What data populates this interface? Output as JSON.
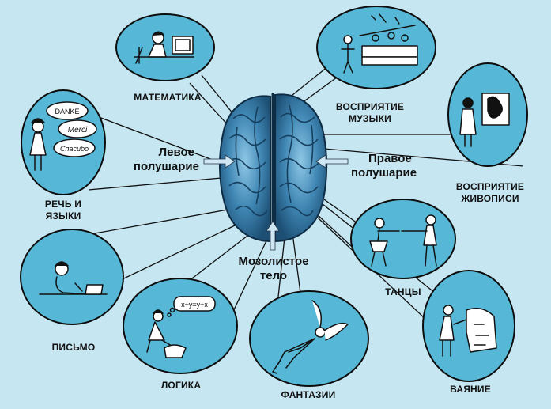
{
  "colors": {
    "background": "#c6e6f1",
    "bubble_fill": "#56b8d6",
    "outline": "#0d0d0d",
    "brain_dark": "#1d4f74",
    "brain_mid": "#3f86b3",
    "brain_light": "#8ec7e6",
    "arrow": "#cfe6f3"
  },
  "labels": {
    "math": "МАТЕМАТИКА",
    "music_1": "ВОСПРИЯТИЕ",
    "music_2": "МУЗЫКИ",
    "painting_1": "ВОСПРИЯТИЕ",
    "painting_2": "ЖИВОПИСИ",
    "speech_1": "РЕЧЬ И",
    "speech_2": "ЯЗЫКИ",
    "writing": "ПИСЬМО",
    "logic": "ЛОГИКА",
    "fantasy": "ФАНТАЗИИ",
    "dance": "ТАНЦЫ",
    "sculpture": "ВАЯНИЕ"
  },
  "brain_labels": {
    "left_1": "Левое",
    "left_2": "полушарие",
    "right_1": "Правое",
    "right_2": "полушарие",
    "corpus_1": "Мозолистое",
    "corpus_2": "тело"
  },
  "bubble_text": {
    "danke": "DANKE",
    "merci": "Merci",
    "spasibo": "Спасибо",
    "formula": "x+y=y+x"
  }
}
